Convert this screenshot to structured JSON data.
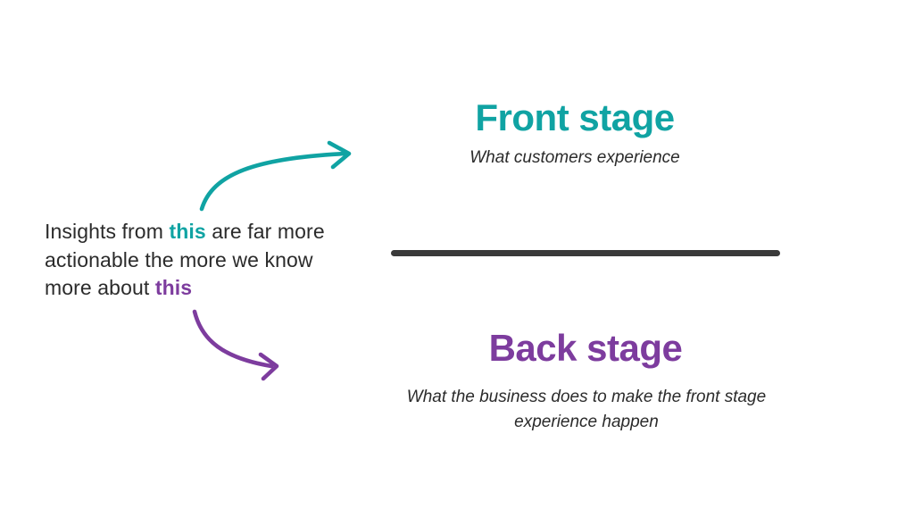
{
  "colors": {
    "teal": "#10a3a3",
    "purple": "#7d3c9e",
    "ink": "#2b2b2b",
    "divider": "#3a3a3a",
    "background": "#ffffff"
  },
  "annotation": {
    "lines": [
      {
        "parts": [
          {
            "text": "Insights from ",
            "emphasis": "none"
          },
          {
            "text": "this",
            "emphasis": "teal-bold"
          },
          {
            "text": " are far more",
            "emphasis": "none"
          }
        ]
      },
      {
        "parts": [
          {
            "text": "actionable the more we know",
            "emphasis": "none"
          }
        ]
      },
      {
        "parts": [
          {
            "text": "more about ",
            "emphasis": "none"
          },
          {
            "text": "this",
            "emphasis": "purple-bold"
          }
        ]
      }
    ]
  },
  "front_stage": {
    "title": "Front stage",
    "subtitle": "What customers experience"
  },
  "back_stage": {
    "title": "Back stage",
    "subtitle": "What the business does to make the front stage experience happen"
  },
  "icons": {
    "teal_arrow": "curved-arrow-up-right",
    "purple_arrow": "curved-arrow-down-right"
  }
}
